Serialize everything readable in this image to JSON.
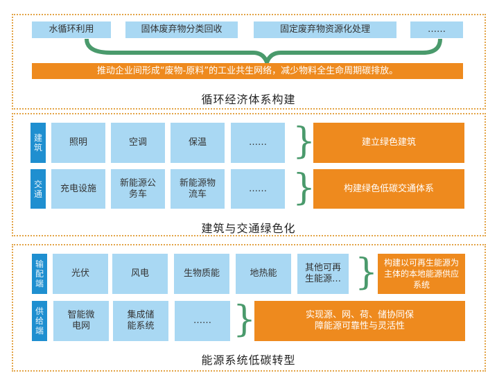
{
  "colors": {
    "light_blue": "#a9d8f3",
    "label_blue": "#1f8fd0",
    "orange": "#ee8a1e",
    "border": "#e3a345",
    "brace": "#4a9a6c"
  },
  "s1": {
    "items": [
      "水循环利用",
      "固体废弃物分类回收",
      "固定废弃物资源化处理",
      "……"
    ],
    "result": "推动企业间形成“废物-原料”的工业共生网络，减少物料全生命周期碳排放。",
    "title": "循环经济体系构建"
  },
  "s2": {
    "rows": [
      {
        "label": "建筑",
        "items": [
          "照明",
          "空调",
          "保温",
          "……"
        ],
        "result": "建立绿色建筑"
      },
      {
        "label": "交通",
        "items": [
          "充电设施",
          "新能源公务车",
          "新能源物流车",
          "……"
        ],
        "result": "构建绿色低碳交通体系"
      }
    ],
    "title": "建筑与交通绿色化"
  },
  "s3": {
    "rows": [
      {
        "label": "输配端",
        "items": [
          "光伏",
          "风电",
          "生物质能",
          "地热能",
          "其他可再生能源…"
        ],
        "result": "构建以可再生能源为主体的本地能源供应系统"
      },
      {
        "label": "供给端",
        "items": [
          "智能微电网",
          "集成储能系统",
          "……"
        ],
        "result": "实现源、网、荷、储协同保障能源可靠性与灵活性"
      }
    ],
    "title": "能源系统低碳转型"
  }
}
